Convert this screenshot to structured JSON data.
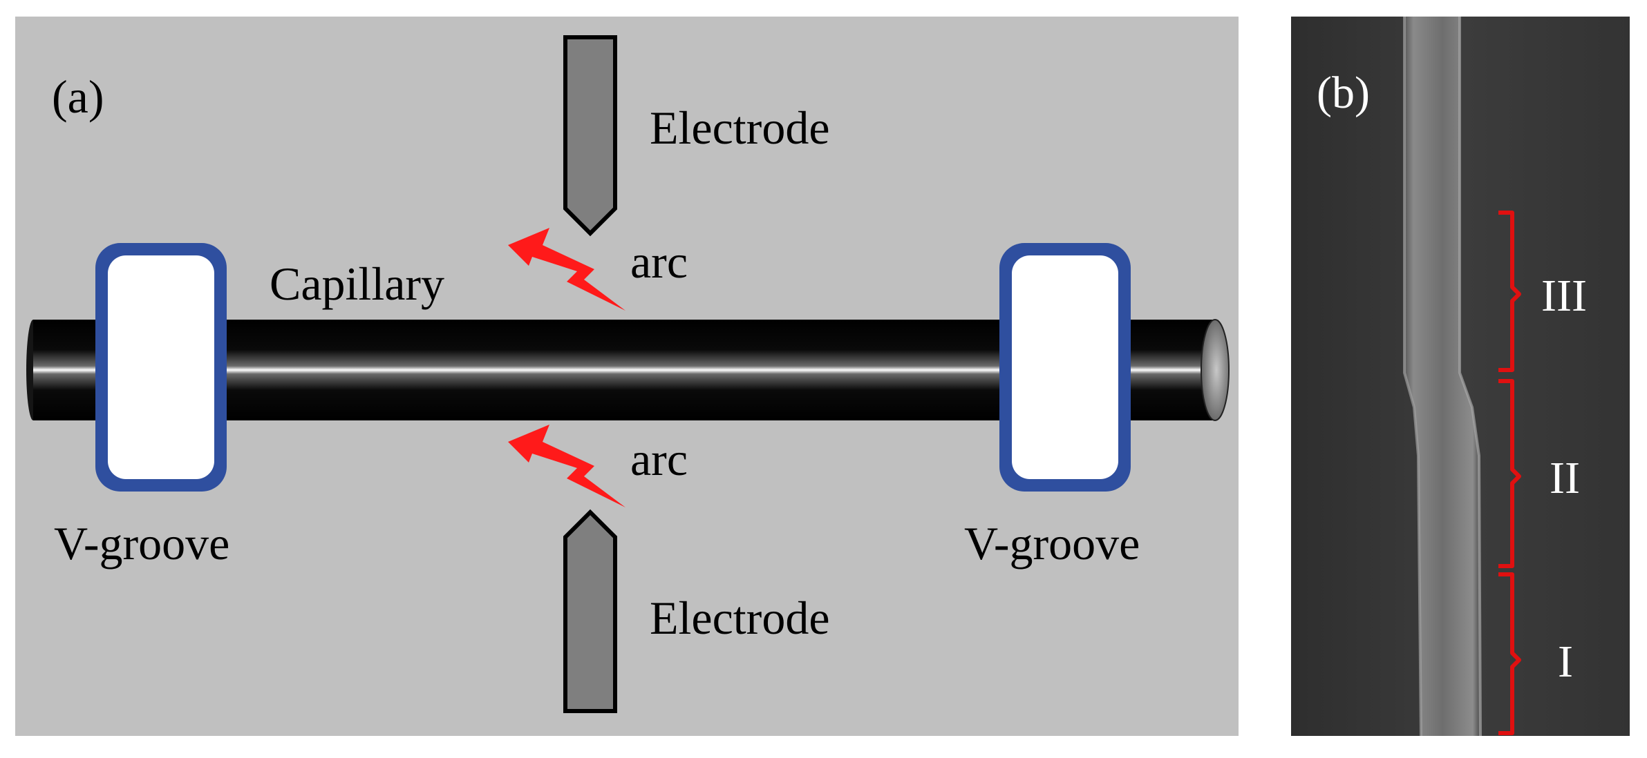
{
  "panel_a": {
    "label": "(a)",
    "electrode_top": "Electrode",
    "electrode_bottom": "Electrode",
    "capillary": "Capillary",
    "arc_top": "arc",
    "arc_bottom": "arc",
    "vgroove_left": "V-groove",
    "vgroove_right": "V-groove"
  },
  "panel_b": {
    "label": "(b)",
    "regions": [
      "III",
      "II",
      "I"
    ]
  },
  "colors": {
    "panel_bg": "#c0c0c0",
    "vgroove_border": "#2f4f9f",
    "electrode_fill": "#7f7f7f",
    "arc_fill": "#ff1a1a",
    "bracket": "#e01010",
    "sem_bg": "#3a3a3a"
  }
}
